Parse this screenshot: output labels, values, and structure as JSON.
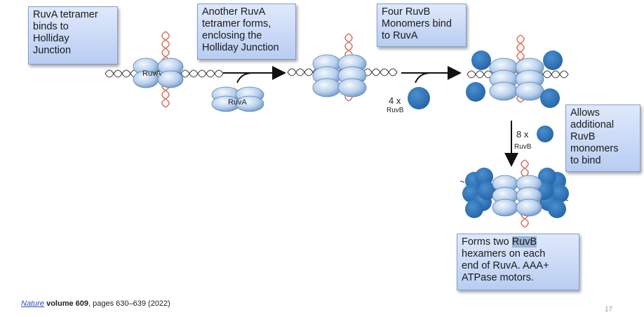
{
  "callouts": {
    "c1": [
      "RuvA tetramer",
      "binds to",
      "Holliday",
      "Junction"
    ],
    "c2": [
      "Another RuvA",
      "tetramer forms,",
      "enclosing the",
      "Holliday Junction"
    ],
    "c3": [
      "Four RuvB",
      "Monomers bind",
      "to RuvA"
    ],
    "c4": [
      "Allows",
      "additional",
      "RuvB",
      "monomers",
      "to bind"
    ],
    "c5_line1_pre": "Forms two ",
    "c5_line1_hl": "RuvB",
    "c5_rest": [
      "hexamers on each",
      "end of RuvA. AAA+",
      "ATPase motors."
    ]
  },
  "labels": {
    "ruva_on_dna": "RuvA",
    "ruva_free": "RuvA",
    "four_x": "4 x",
    "ruvb_four": "RuvB",
    "eight_x": "8 x",
    "ruvb_eight": "RuvB"
  },
  "citation": {
    "journal": "Nature",
    "volume": "volume 609",
    "pages": ", pages 630–639 (2022)"
  },
  "page_number": "17",
  "colors": {
    "ruva_light": "#e6f0fb",
    "ruva_dark": "#6b94c6",
    "ruvb": "#2a6cb0",
    "dna_pink": "#e07a6a",
    "callout_fill": "#c9d9f5"
  }
}
